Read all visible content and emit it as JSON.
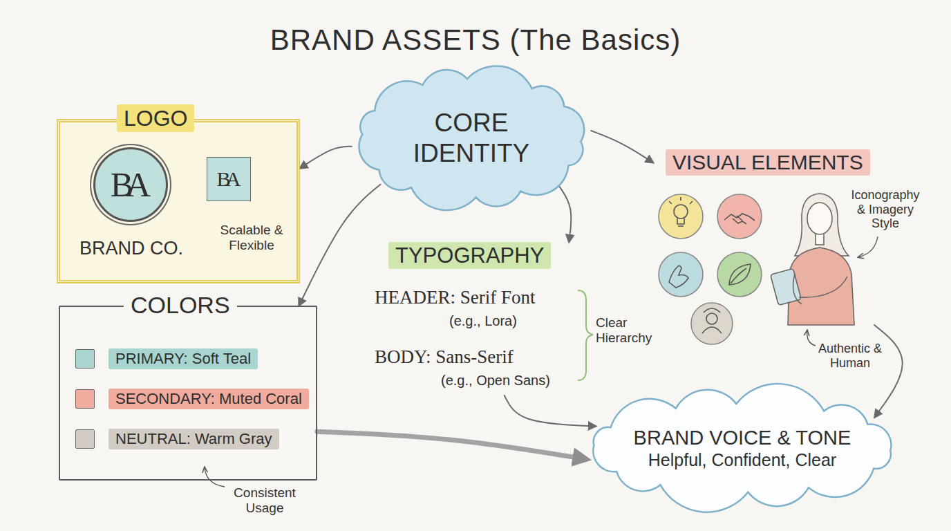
{
  "diagram": {
    "title": "BRAND ASSETS (The Basics)",
    "nodes": [
      {
        "text": [
          "LOGO",
          "BRAND CO."
        ]
      },
      {
        "text": [
          "BA"
        ],
        "in": 0
      },
      {
        "text": [
          "BA"
        ],
        "in": 0
      },
      {
        "text": [
          "CORE IDENTITY"
        ]
      },
      {
        "text": [
          "VISUAL ELEMENTS"
        ]
      },
      {
        "text": [
          "COLORS"
        ]
      },
      {
        "text": [
          "TYPOGRAPHY",
          "HEADER: Serif Font",
          "(e.g., Lora)",
          "BODY: Sans-Serif",
          "(e.g., Open Sans)"
        ]
      },
      {
        "text": [
          "BRAND VOICE & TONE",
          "Helpful, Confident, Clear"
        ]
      }
    ],
    "edges": [
      {
        "from": 3,
        "to": 0,
        "arrow": "to"
      },
      {
        "from": 3,
        "to": 4,
        "arrow": "to"
      },
      {
        "from": 3,
        "to": 6,
        "arrow": "to"
      },
      {
        "from": 3,
        "to": 5,
        "arrow": "to"
      },
      {
        "from": 5,
        "to": 7,
        "arrow": "to"
      },
      {
        "from": 6,
        "to": 7,
        "arrow": "to"
      },
      {
        "from": 4,
        "to": 7,
        "arrow": "to"
      }
    ],
    "labels": [
      "Scalable & Flexible",
      "Iconography & Imagery Style",
      "Clear Hierarchy",
      "Authentic & Human",
      "Consistent Usage"
    ],
    "legend": [
      {
        "text": "PRIMARY: Soft Teal",
        "color": "#a8d5cf"
      },
      {
        "text": "SECONDARY: Muted Coral",
        "color": "#f0ab9e"
      },
      {
        "text": "NEUTRAL: Warm Gray",
        "color": "#d2ccc5"
      }
    ]
  }
}
